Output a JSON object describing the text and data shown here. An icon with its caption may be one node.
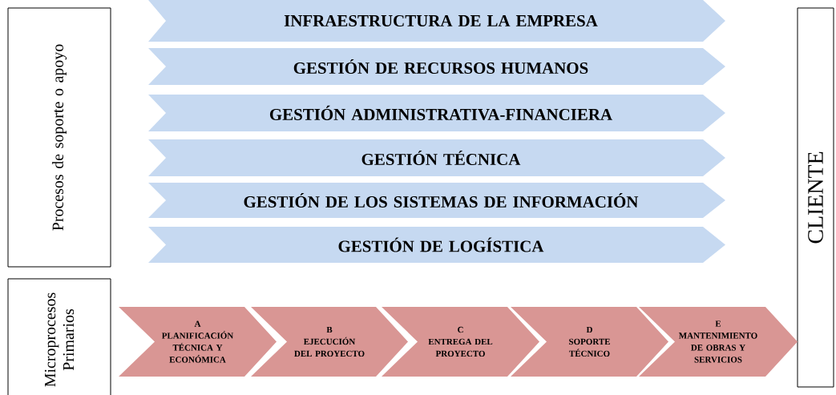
{
  "diagram": {
    "nodes": [
      {
        "text": [
          "Procesos de soporte o apoyo"
        ]
      },
      {
        "text": [
          "Microprocesos Primarios"
        ]
      },
      {
        "text": [
          "CLIENTE"
        ]
      },
      {
        "text": [
          "INFRAESTRUCTURA DE LA EMPRESA"
        ]
      },
      {
        "text": [
          "GESTIÓN DE RECURSOS HUMANOS"
        ]
      },
      {
        "text": [
          "GESTIÓN ADMINISTRATIVA-FINANCIERA"
        ]
      },
      {
        "text": [
          "GESTIÓN TÉCNICA"
        ]
      },
      {
        "text": [
          "GESTIÓN DE LOS SISTEMAS DE INFORMACIÓN"
        ]
      },
      {
        "text": [
          "GESTIÓN DE LOGÍSTICA"
        ]
      },
      {
        "text": [
          "A",
          "PLANIFICACIÓN TÉCNICA Y ECONÓMICA"
        ]
      },
      {
        "text": [
          "B",
          "EJECUCIÓN DEL PROYECTO"
        ]
      },
      {
        "text": [
          "C",
          "ENTREGA DEL PROYECTO"
        ]
      },
      {
        "text": [
          "D",
          "SOPORTE TÉCNICO"
        ]
      },
      {
        "text": [
          "E",
          "MANTENIMIENTO DE OBRAS Y SERVICIOS"
        ]
      }
    ]
  }
}
